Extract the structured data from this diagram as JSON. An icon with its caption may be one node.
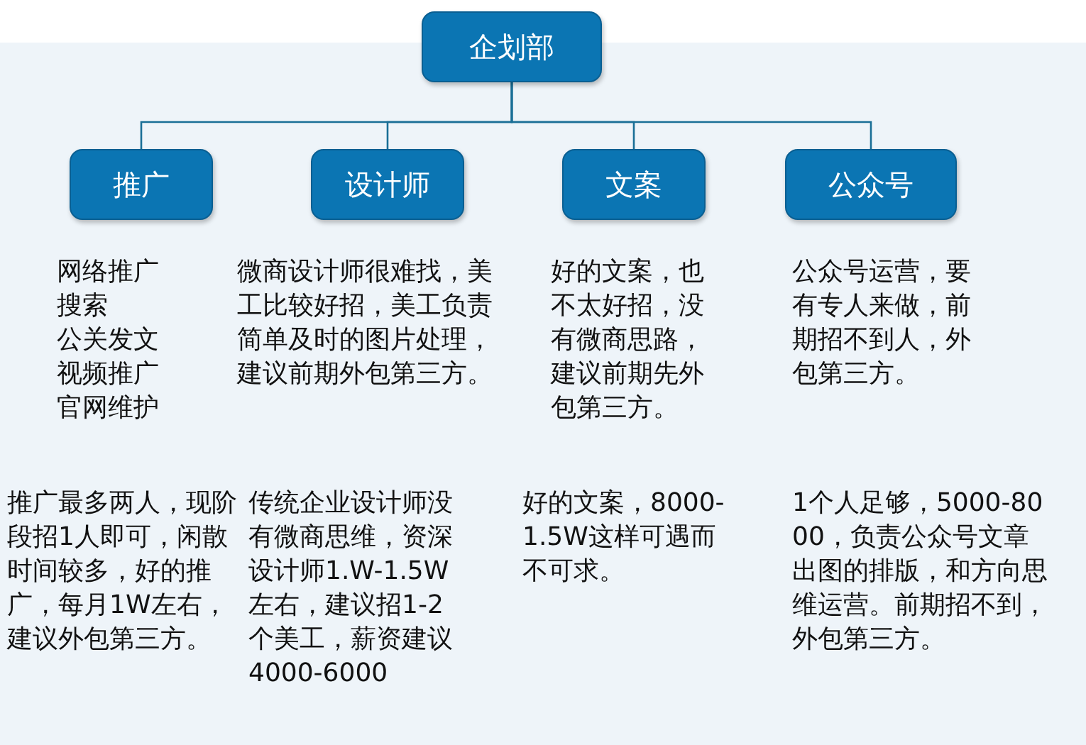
{
  "diagram": {
    "nodes": [
      {
        "text": [
          "企划部"
        ]
      },
      {
        "text": [
          "推广"
        ]
      },
      {
        "text": [
          "设计师"
        ]
      },
      {
        "text": [
          "文案"
        ]
      },
      {
        "text": [
          "公众号"
        ]
      }
    ],
    "edges": [
      {
        "from": 0,
        "to": 1,
        "arrow": "none"
      },
      {
        "from": 0,
        "to": 2,
        "arrow": "none"
      },
      {
        "from": 0,
        "to": 3,
        "arrow": "none"
      },
      {
        "from": 0,
        "to": 4,
        "arrow": "none"
      }
    ],
    "labels": [
      "网络推广",
      "搜索",
      "公关发文",
      "视频推广",
      "官网维护",
      "微商设计师很难找，美工比较好招，美工负责简单及时的图片处理，建议前期外包第三方。",
      "好的文案，也不太好招，没有微商思路，建议前期先外包第三方。",
      "公众号运营，要有专人来做，前期招不到人，外包第三方。",
      "推广最多两人，现阶段招1人即可，闲散时间较多，好的推广，每月1W左右，建议外包第三方。",
      "传统企业设计师没有微商思维，资深设计师1.W-1.5W左右，建议招1-2个美工，薪资建议4000-6000",
      "好的文案，8000-1.5W这样可遇而不可求。",
      "1个人足够，5000-8000，负责公众号文章出图的排版，和方向思维运营。前期招不到，外包第三方。"
    ]
  }
}
